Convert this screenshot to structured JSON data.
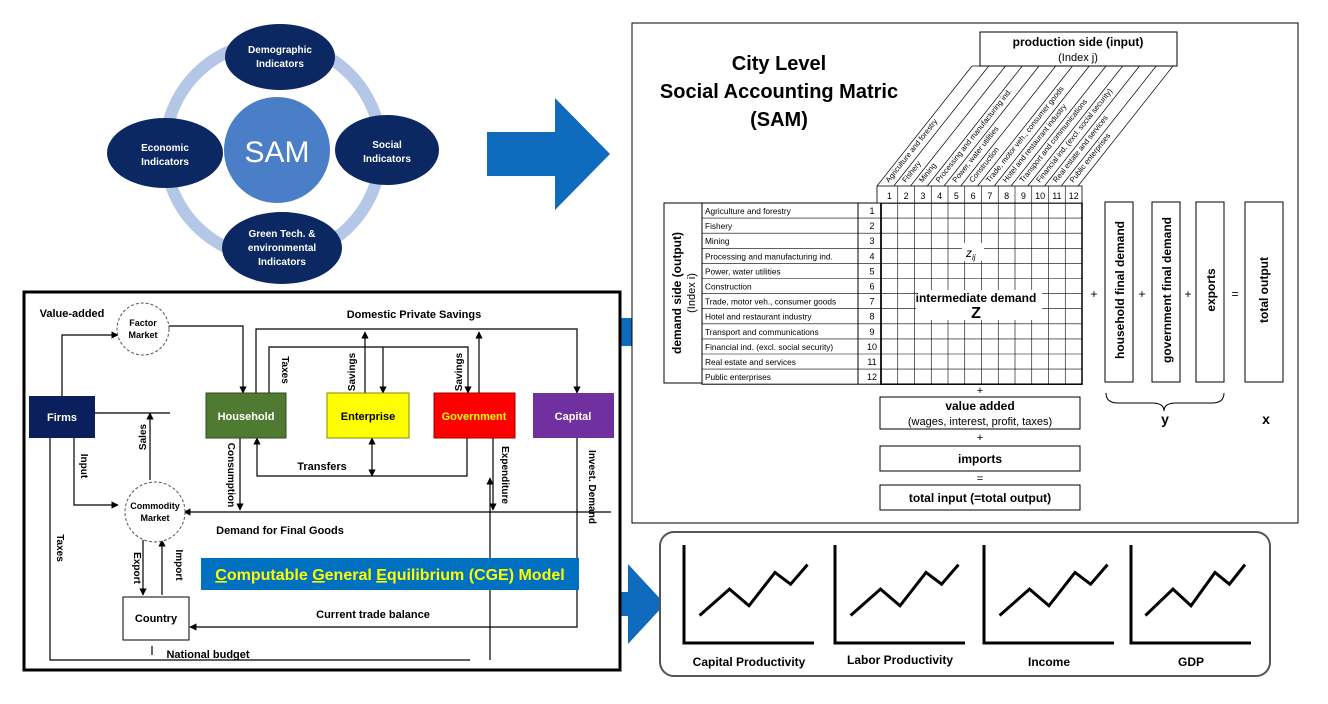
{
  "sam_cycle": {
    "center": "SAM",
    "top": [
      "Demographic",
      "Indicators"
    ],
    "left": [
      "Economic",
      "Indicators"
    ],
    "right": [
      "Social",
      "Indicators"
    ],
    "bottom": [
      "Green Tech. &",
      "environmental",
      "Indicators"
    ]
  },
  "sam_matrix": {
    "title_lines": [
      "City Level",
      "Social Accounting Matric",
      "(SAM)"
    ],
    "production_header": "production side (input)",
    "production_index": "(Index j)",
    "sectors": [
      "Agriculture and forestry",
      "Fishery",
      "Mining",
      "Processing and manufacturing ind.",
      "Power, water utilities",
      "Construction",
      "Trade, motor veh., consumer goods",
      "Hotel and restaurant industry",
      "Transport and communications",
      "Financial ind. (excl. social security)",
      "Real estate and services",
      "Public enterprises"
    ],
    "column_numbers": [
      "1",
      "2",
      "3",
      "4",
      "5",
      "6",
      "7",
      "8",
      "9",
      "10",
      "11",
      "12"
    ],
    "row_numbers": [
      "1",
      "2",
      "3",
      "4",
      "5",
      "6",
      "7",
      "8",
      "9",
      "10",
      "11",
      "12"
    ],
    "demand_side": "demand side (output)",
    "demand_index": "(Index i)",
    "cell_label": "z",
    "cell_subscript": "ij",
    "intermediate_label": "intermediate demand",
    "intermediate_symbol": "Z",
    "final_demand": [
      "household final demand",
      "government final demand",
      "exports"
    ],
    "total_output": "total output",
    "plus": "+",
    "equals": "=",
    "y_label": "y",
    "x_label": "x",
    "value_added": "value added",
    "value_added_detail": "(wages, interest, profit, taxes)",
    "imports": "imports",
    "total_input": "total input (=total output)"
  },
  "cge": {
    "nodes": {
      "firms": "Firms",
      "household": "Household",
      "enterprise": "Enterprise",
      "government": "Government",
      "capital": "Capital",
      "country": "Country",
      "factor_market": [
        "Factor",
        "Market"
      ],
      "commodity_market": [
        "Commodity",
        "Market"
      ]
    },
    "labels": {
      "value_added": "Value-added",
      "domestic_private_savings": "Domestic Private Savings",
      "taxes_top": "Taxes",
      "savings_enterprise": "Savings",
      "savings_government": "Savings",
      "sales": "Sales",
      "input": "Input",
      "consumption": "Consumption",
      "transfers": "Transfers",
      "expenditure": "Expenditure",
      "invest_demand": "Invest. Demand",
      "demand_final_goods": "Demand for Final Goods",
      "taxes_left": "Taxes",
      "export": "Export",
      "import": "Import",
      "current_trade_balance": "Current trade balance",
      "national_budget": "National budget"
    },
    "banner": {
      "parts": [
        {
          "text": "C",
          "underline": true
        },
        {
          "text": "omputable ",
          "underline": false
        },
        {
          "text": "G",
          "underline": true
        },
        {
          "text": "eneral ",
          "underline": false
        },
        {
          "text": "E",
          "underline": true
        },
        {
          "text": "quilibrium (CGE) Model",
          "underline": false
        }
      ]
    },
    "colors": {
      "firms": "#0b1f5c",
      "household": "#4e7a32",
      "enterprise": "#ffff00",
      "government": "#ff0000",
      "capital": "#7030a0",
      "banner": "#0070c0",
      "banner_text": "#ffff00",
      "arrow": "#0e6bbd",
      "ellipse": "#0b2863",
      "ring": "#b4c7e7",
      "center": "#4a7ec7"
    }
  },
  "outputs": {
    "labels": [
      "Capital Productivity",
      "Labor Productivity",
      "Income",
      "GDP"
    ]
  }
}
